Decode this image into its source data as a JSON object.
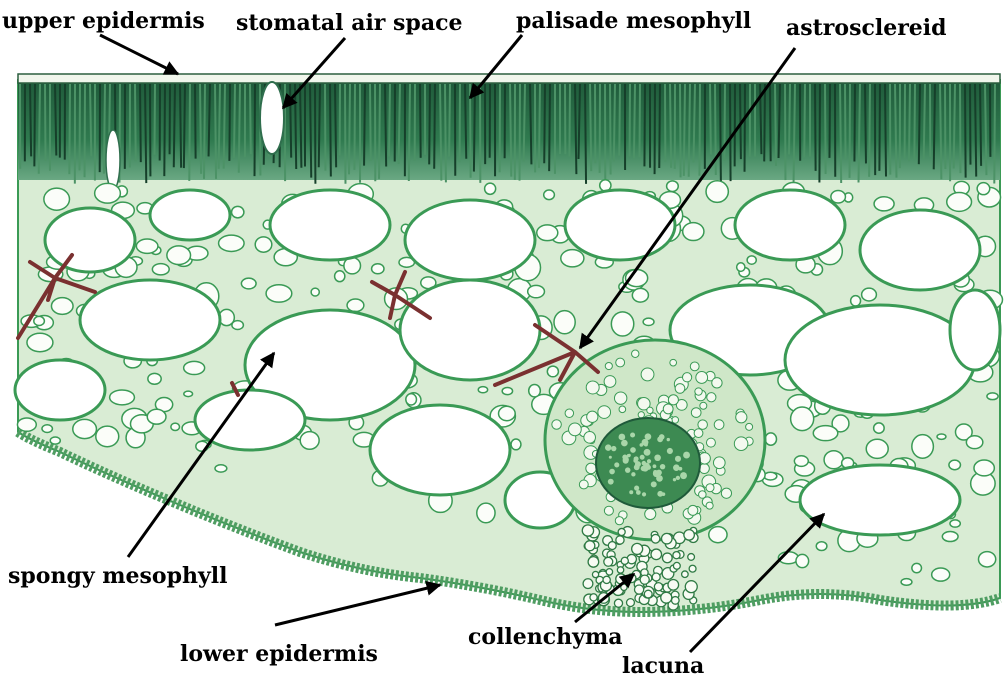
{
  "diagram": {
    "labels": {
      "upper_epidermis": "upper epidermis",
      "stomatal_air_space": "stomatal air space",
      "palisade_mesophyll": "palisade mesophyll",
      "astrosclereid": "astrosclereid",
      "spongy_mesophyll": "spongy mesophyll",
      "lower_epidermis": "lower epidermis",
      "collenchyma": "collenchyma",
      "lacuna": "lacuna"
    },
    "colors": {
      "palisade": "#2f6e4d",
      "palisade_dark": "#1c4b33",
      "cell_wall": "#3a9a55",
      "cell_fill": "#fbfdf9",
      "lacuna": "#ffffff",
      "sclereid": "#7a3030",
      "vascular": "#2f7a44",
      "arrow": "#000000"
    }
  }
}
